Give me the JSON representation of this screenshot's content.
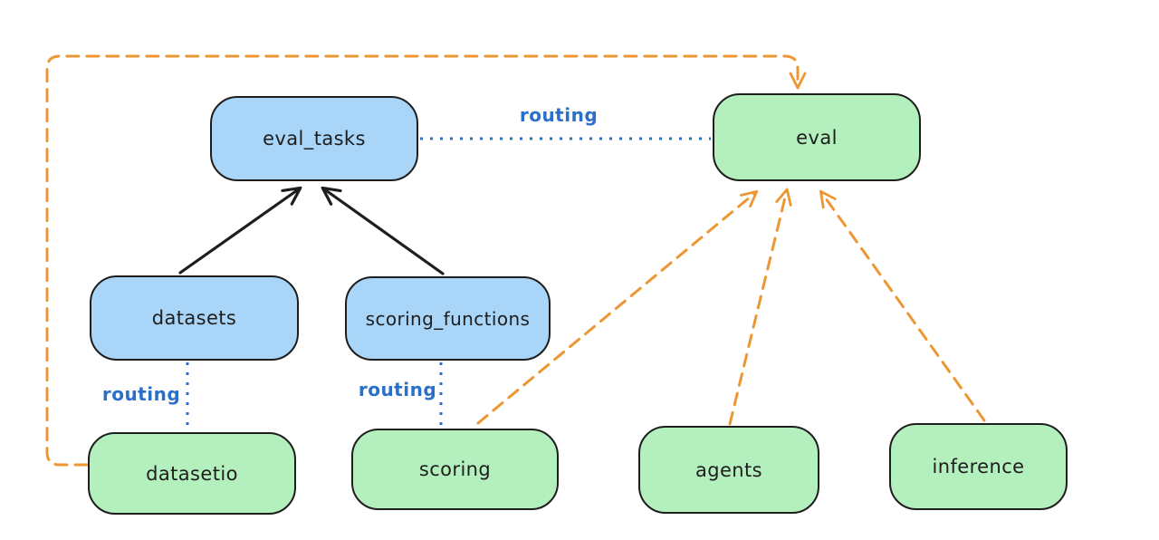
{
  "diagram": {
    "nodes": [
      {
        "id": "eval_tasks",
        "label": "eval_tasks",
        "color": "blue"
      },
      {
        "id": "eval",
        "label": "eval",
        "color": "green"
      },
      {
        "id": "datasets",
        "label": "datasets",
        "color": "blue"
      },
      {
        "id": "scoring_functions",
        "label": "scoring_functions",
        "color": "blue"
      },
      {
        "id": "datasetio",
        "label": "datasetio",
        "color": "green"
      },
      {
        "id": "scoring",
        "label": "scoring",
        "color": "green"
      },
      {
        "id": "agents",
        "label": "agents",
        "color": "green"
      },
      {
        "id": "inference",
        "label": "inference",
        "color": "green"
      }
    ],
    "edge_labels": {
      "routing_eval": "routing",
      "routing_datasetio": "routing",
      "routing_scoring": "routing"
    },
    "edges": [
      {
        "from": "datasets",
        "to": "eval_tasks",
        "style": "solid-black-arrow"
      },
      {
        "from": "scoring_functions",
        "to": "eval_tasks",
        "style": "solid-black-arrow"
      },
      {
        "from": "eval_tasks",
        "to": "eval",
        "style": "dotted-blue",
        "label": "routing"
      },
      {
        "from": "datasets",
        "to": "datasetio",
        "style": "dotted-blue",
        "label": "routing"
      },
      {
        "from": "scoring_functions",
        "to": "scoring",
        "style": "dotted-blue",
        "label": "routing"
      },
      {
        "from": "datasetio",
        "to": "eval",
        "style": "dashed-orange-arrow"
      },
      {
        "from": "scoring",
        "to": "eval",
        "style": "dashed-orange-arrow"
      },
      {
        "from": "agents",
        "to": "eval",
        "style": "dashed-orange-arrow"
      },
      {
        "from": "inference",
        "to": "eval",
        "style": "dashed-orange-arrow"
      }
    ],
    "colors": {
      "node_blue_fill": "#a9d6f8",
      "node_green_fill": "#b4f0bd",
      "node_stroke": "#1e1e1e",
      "arrow_black": "#1e1e1e",
      "routing_blue": "#2b70c8",
      "dependency_orange": "#ed9733",
      "canvas_bg": "#ffffff"
    }
  }
}
